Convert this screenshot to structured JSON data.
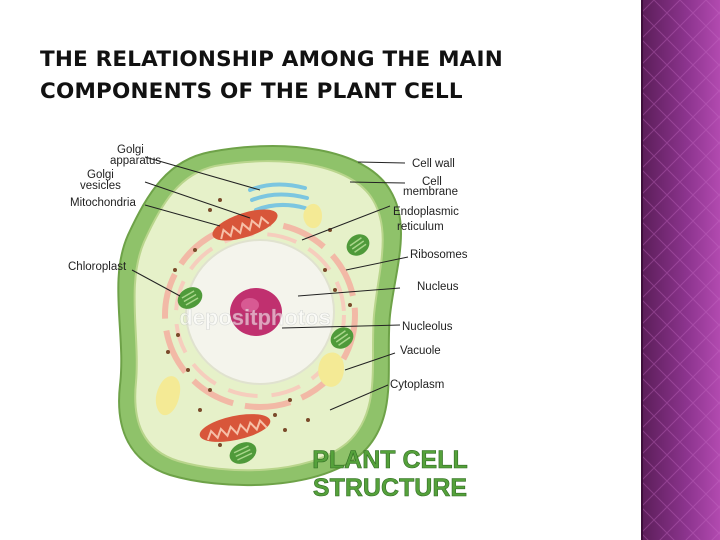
{
  "slide": {
    "title_line1": "THE RELATIONSHIP AMONG THE MAIN",
    "title_line2": "COMPONENTS OF THE PLANT CELL"
  },
  "diagram": {
    "left_labels": {
      "golgi_apparatus_1": "Golgi",
      "golgi_apparatus_2": "apparatus",
      "golgi_vesicles_1": "Golgi",
      "golgi_vesicles_2": "vesicles",
      "mitochondria": "Mitochondria",
      "chloroplast": "Chloroplast"
    },
    "right_labels": {
      "cell_wall": "Cell wall",
      "cell_membrane_1": "Cell",
      "cell_membrane_2": "membrane",
      "er_1": "Endoplasmic",
      "er_2": "reticulum",
      "ribosomes": "Ribosomes",
      "nucleus": "Nucleus",
      "nucleolus": "Nucleolus",
      "vacuole": "Vacuole",
      "cytoplasm": "Cytoplasm"
    },
    "caption_line1": "PLANT CELL",
    "caption_line2": "STRUCTURE",
    "watermark": "depositphotos"
  },
  "colors": {
    "sidebar_base": "#7a2a78",
    "sidebar_light": "#a23fa0",
    "cell_wall": "#8fc26a",
    "cytoplasm": "#e6f1c9",
    "nucleus_ring": "#f2b9a6",
    "nucleolus": "#c0306f",
    "mitochondria": "#d8563a",
    "chloroplast": "#4f9a3a",
    "caption": "#55a13b"
  }
}
